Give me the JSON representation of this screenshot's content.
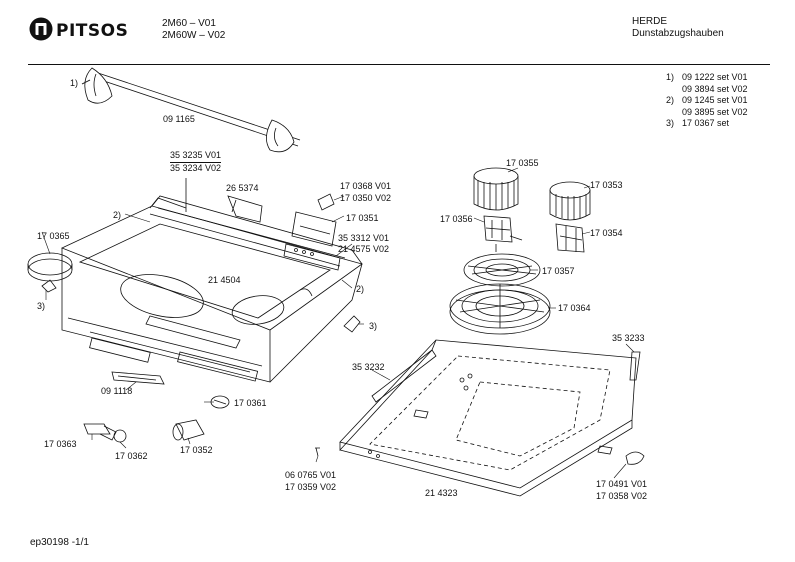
{
  "header": {
    "brand": "PITSOS",
    "model_line1": "2M60 – V01",
    "model_line2": "2M60W – V02",
    "category": "HERDE",
    "subcategory": "Dunstabzugshauben"
  },
  "legend": [
    {
      "num": "1)",
      "text": "09 1222 set V01"
    },
    {
      "num": "",
      "text": "09 3894 set V02"
    },
    {
      "num": "2)",
      "text": "09 1245 set V01"
    },
    {
      "num": "",
      "text": "09 3895 set V02"
    },
    {
      "num": "3)",
      "text": "17 0367 set"
    }
  ],
  "labels": {
    "l1a": "1)",
    "p091165": "09 1165",
    "p353235": "35 3235 V01",
    "p353234": "35 3234 V02",
    "p265374": "26 5374",
    "p170368": "17 0368 V01",
    "p170350": "17 0350 V02",
    "p170351": "17 0351",
    "l2a": "2)",
    "p170365": "17 0365",
    "p353312": "35 3312 V01",
    "p214575": "21 4575 V02",
    "p214504": "21 4504",
    "l2b": "2)",
    "l3a": "3)",
    "l3b": "3)",
    "p091118": "09 1118",
    "p170361": "17 0361",
    "p170363": "17 0363",
    "p170362": "17 0362",
    "p170352": "17 0352",
    "p060765": "06 0765 V01",
    "p170359": "17 0359 V02",
    "p214323": "21 4323",
    "p170355": "17 0355",
    "p170353": "17 0353",
    "p170356": "17 0356",
    "p170354": "17 0354",
    "p170357": "17 0357",
    "p170364": "17 0364",
    "p353233": "35 3233",
    "p353232": "35 3232",
    "p170491": "17 0491 V01",
    "p170358": "17 0358 V02"
  },
  "footer": "ep30198 -1/1"
}
